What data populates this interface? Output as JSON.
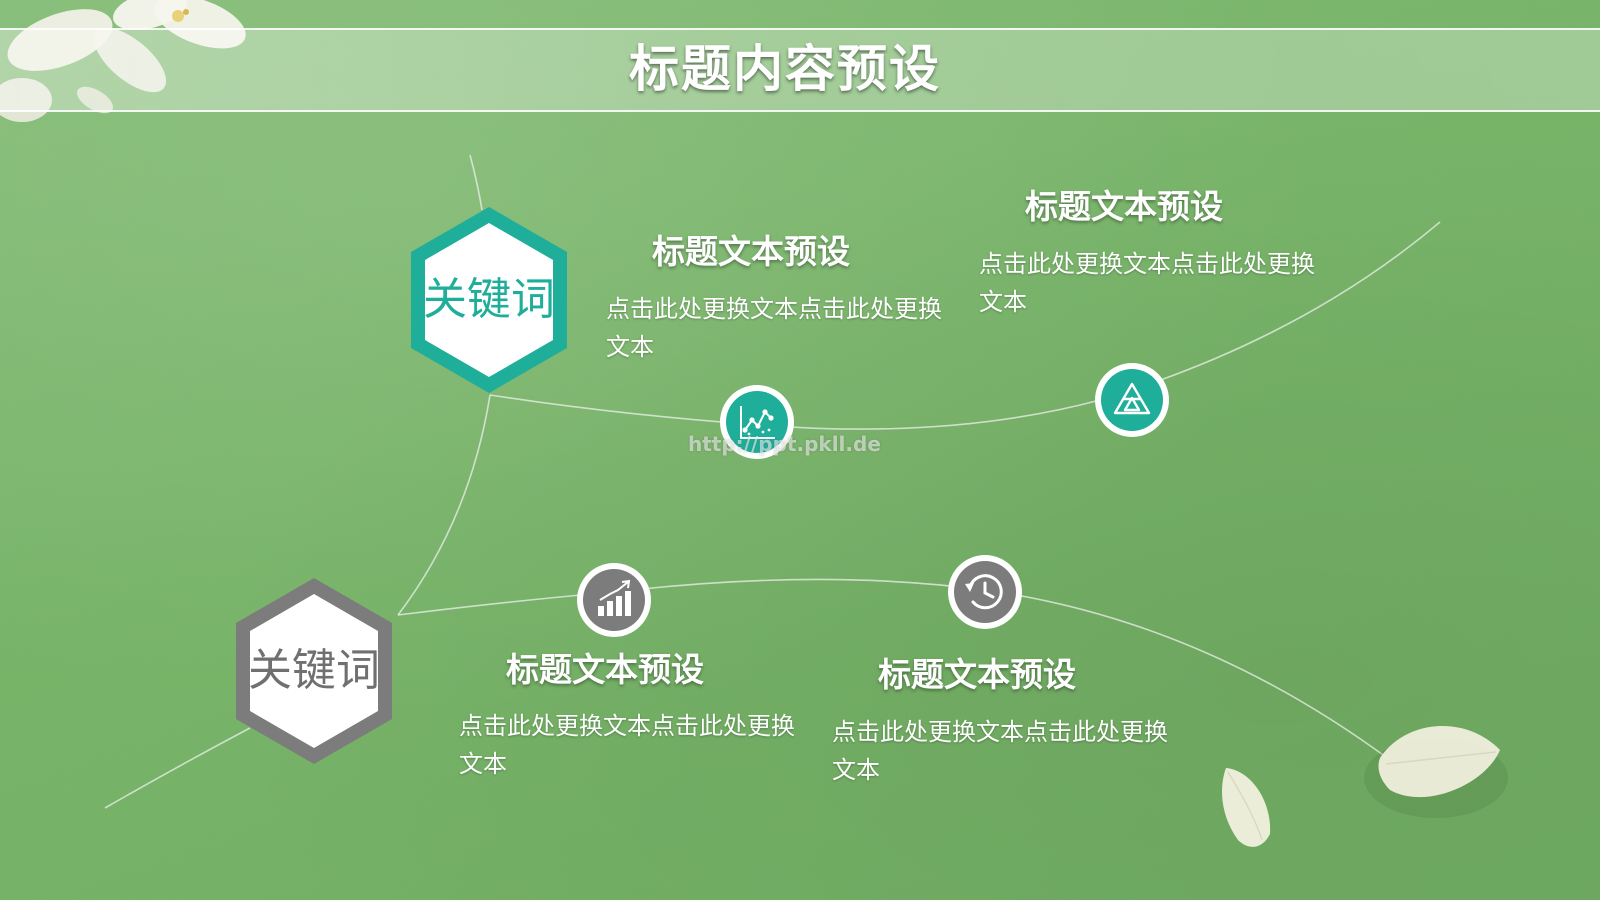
{
  "slide": {
    "title": "标题内容预设",
    "watermark": "http://ppt.pkll.de"
  },
  "keywords": [
    {
      "label": "关键词",
      "color": "#1fae9a"
    },
    {
      "label": "关键词",
      "color": "#808080"
    }
  ],
  "items": [
    {
      "heading": "标题文本预设",
      "body": "点击此处更换文本点击此处更换文本",
      "icon": "scatter-chart-icon",
      "icon_color": "#1fae9a"
    },
    {
      "heading": "标题文本预设",
      "body": "点击此处更换文本点击此处更换文本",
      "icon": "triangle-icon",
      "icon_color": "#1fae9a"
    },
    {
      "heading": "标题文本预设",
      "body": "点击此处更换文本点击此处更换文本",
      "icon": "bar-chart-growth-icon",
      "icon_color": "#808080"
    },
    {
      "heading": "标题文本预设",
      "body": "点击此处更换文本点击此处更换文本",
      "icon": "history-clock-icon",
      "icon_color": "#808080"
    }
  ]
}
